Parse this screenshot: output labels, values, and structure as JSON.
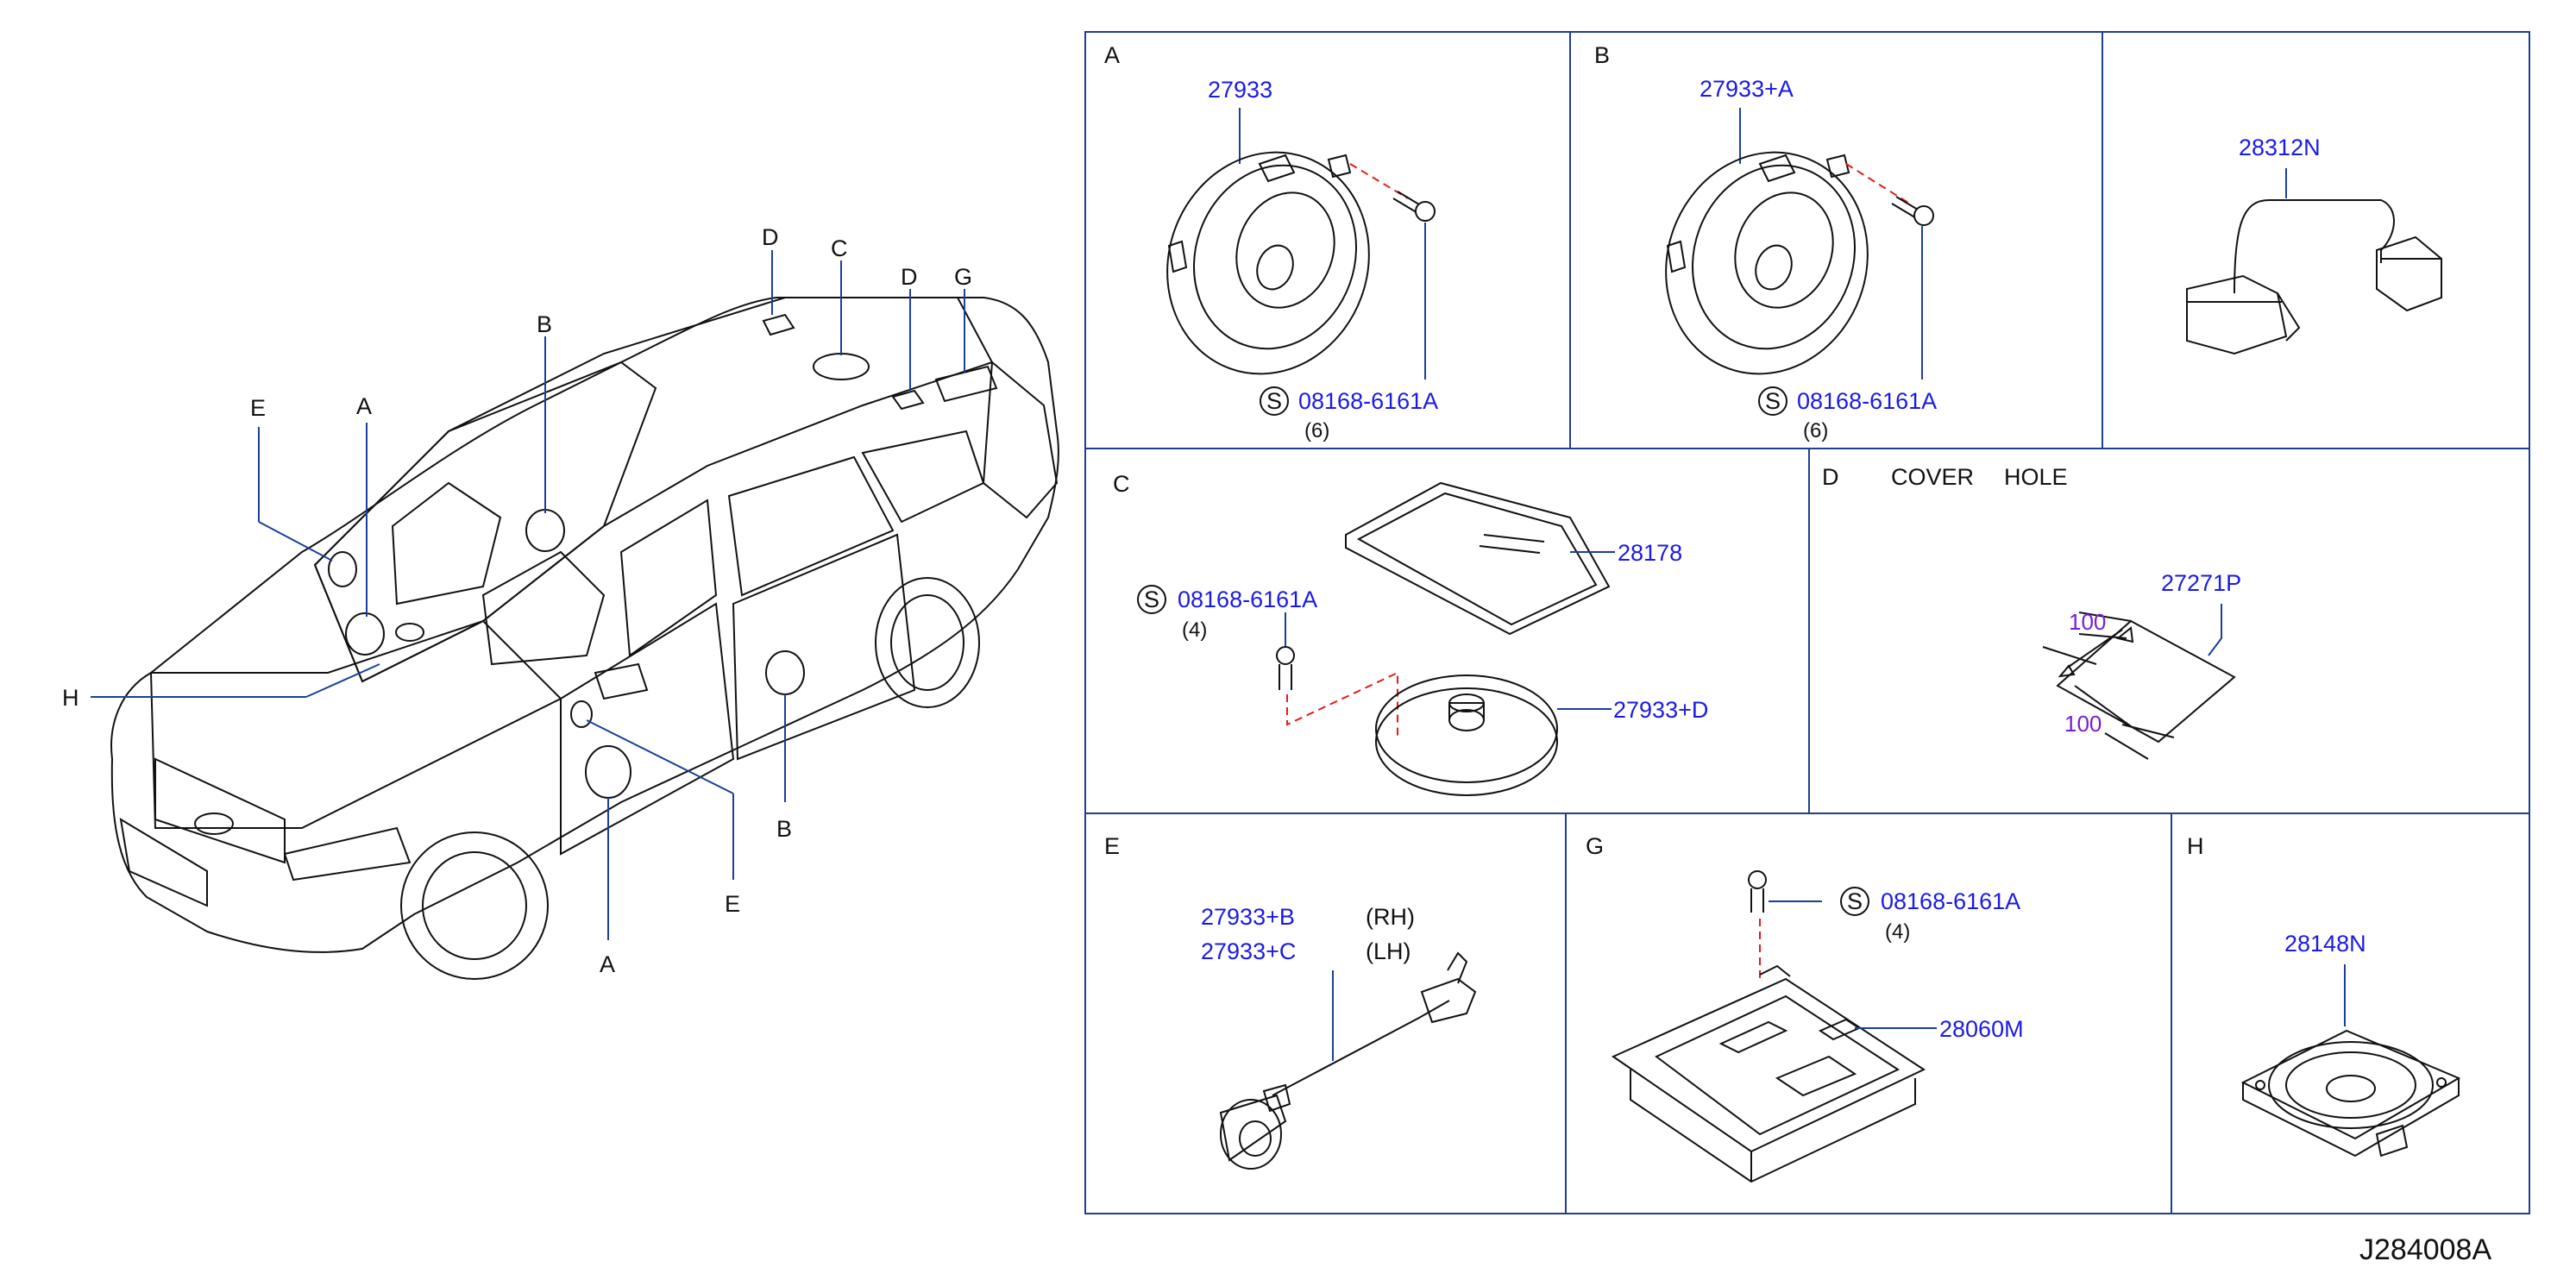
{
  "drawing_code": "J284008A",
  "car_callouts": {
    "A_top": "A",
    "B_top": "B",
    "C": "C",
    "D_left": "D",
    "D_right": "D",
    "E_top": "E",
    "G": "G",
    "H": "H",
    "B_bottom": "B",
    "E_bottom": "E",
    "A_bottom": "A"
  },
  "panels": {
    "A": {
      "label": "A",
      "part": "27933",
      "screw_symbol": "S",
      "screw": "08168-6161A",
      "qty": "(6)"
    },
    "B": {
      "label": "B",
      "part": "27933+A",
      "screw_symbol": "S",
      "screw": "08168-6161A",
      "qty": "(6)"
    },
    "unnamed": {
      "part": "28312N"
    },
    "C": {
      "label": "C",
      "screw_symbol": "S",
      "screw": "08168-6161A",
      "qty": "(4)",
      "cover_part": "28178",
      "speaker_part": "27933+D"
    },
    "D": {
      "label": "D",
      "title1": "COVER",
      "title2": "HOLE",
      "part": "27271P",
      "dim1": "100",
      "dim2": "100"
    },
    "E": {
      "label": "E",
      "part_rh": "27933+B",
      "rh": "(RH)",
      "part_lh": "27933+C",
      "lh": "(LH)"
    },
    "G": {
      "label": "G",
      "screw_symbol": "S",
      "screw": "08168-6161A",
      "qty": "(4)",
      "part": "28060M"
    },
    "H": {
      "label": "H",
      "part": "28148N"
    }
  },
  "colors": {
    "part_number": "#1a1ae6",
    "dimension": "#7a1fd0",
    "leader": "#1a3f9c",
    "dashed_guide": "#e31b1b",
    "frame": "#1f3f8f"
  }
}
